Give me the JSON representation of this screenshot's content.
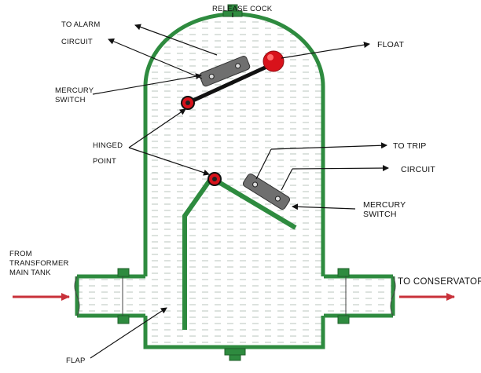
{
  "labels": {
    "release_cock": "RELEASE COCK",
    "to_alarm": "TO ALARM",
    "circuit_top": "CIRCUIT",
    "float": "FLOAT",
    "mercury_switch_top_1": "MERCURY",
    "mercury_switch_top_2": "SWITCH",
    "hinged_1": "HINGED",
    "hinged_2": "POINT",
    "to_trip": "TO TRIP",
    "circuit_trip": "CIRCUIT",
    "mercury_switch_bottom_1": "MERCURY",
    "mercury_switch_bottom_2": "SWITCH",
    "from_1": "FROM",
    "from_2": "TRANSFORMER",
    "from_3": "MAIN TANK",
    "to_conservator": "TO CONSERVATOR",
    "flap": "FLAP"
  },
  "colors": {
    "housing": "#2e8b3f",
    "housing_dark": "#1f5f2a",
    "oil_lines": "#b9c4bc",
    "float": "#d8121b",
    "switch": "#6f6f6f",
    "arrow_red": "#c8313a",
    "leader": "#111111"
  }
}
